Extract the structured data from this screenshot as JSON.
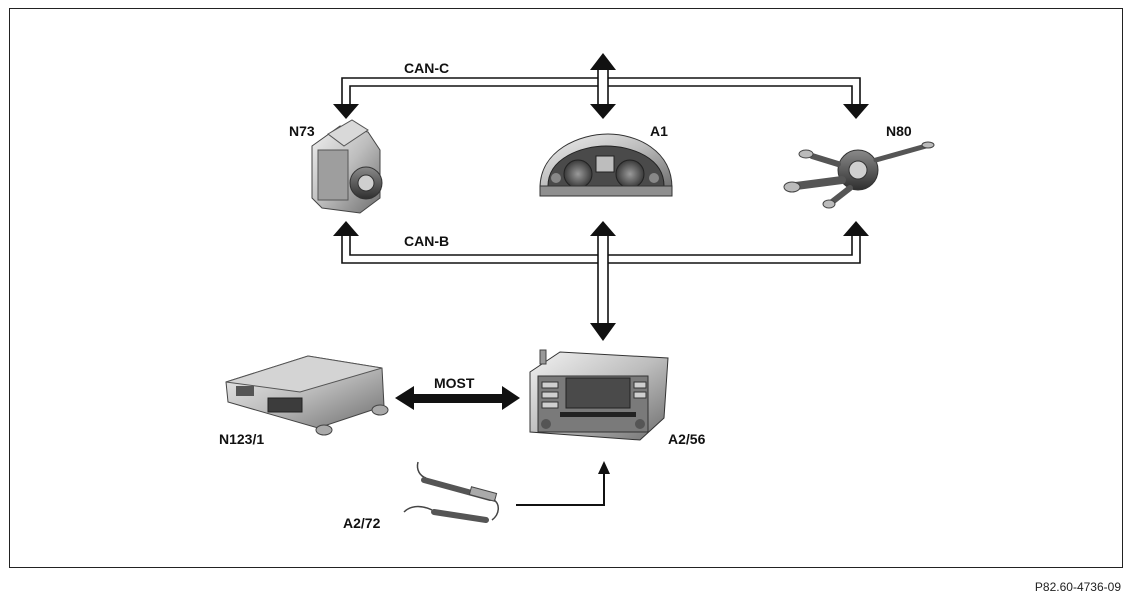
{
  "diagram": {
    "buses": {
      "can_c": "CAN-C",
      "can_b": "CAN-B",
      "most": "MOST"
    },
    "components": {
      "n73": "N73",
      "a1": "A1",
      "n80": "N80",
      "n123_1": "N123/1",
      "a2_56": "A2/56",
      "a2_72": "A2/72"
    }
  },
  "footer": {
    "figure_id": "P82.60-4736-09"
  }
}
